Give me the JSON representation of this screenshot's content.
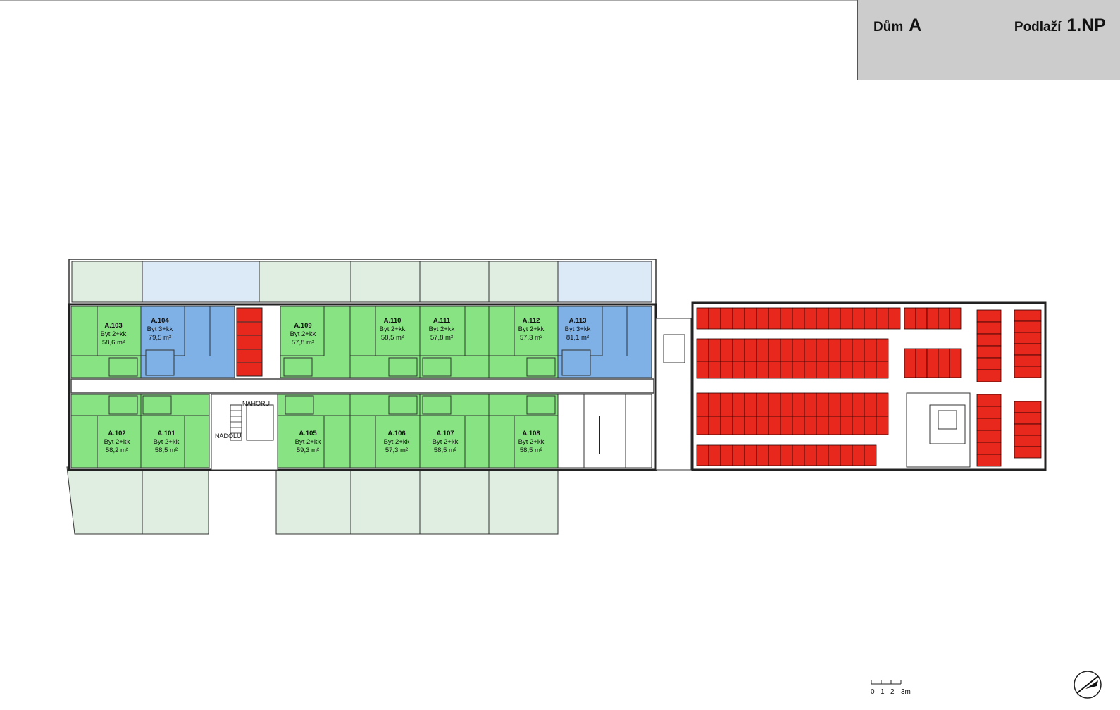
{
  "title_block": {
    "house_label": "Dům",
    "house_value": "A",
    "floor_label": "Podlaží",
    "floor_value": "1.NP"
  },
  "colors": {
    "unit_2kk": "#88e383",
    "unit_3kk": "#7fb0e6",
    "parking": "#e8281d",
    "terrace": "#dfeee0",
    "terrace_3kk": "#dce9f6",
    "title_bg": "#cccccc"
  },
  "units": [
    {
      "code": "A.103",
      "type": "Byt 2+kk",
      "area": "58,6 m²"
    },
    {
      "code": "A.104",
      "type": "Byt 3+kk",
      "area": "79,5 m²"
    },
    {
      "code": "A.109",
      "type": "Byt 2+kk",
      "area": "57,8 m²"
    },
    {
      "code": "A.110",
      "type": "Byt 2+kk",
      "area": "58,5 m²"
    },
    {
      "code": "A.111",
      "type": "Byt 2+kk",
      "area": "57,8 m²"
    },
    {
      "code": "A.112",
      "type": "Byt 2+kk",
      "area": "57,3 m²"
    },
    {
      "code": "A.113",
      "type": "Byt 3+kk",
      "area": "81,1 m²"
    },
    {
      "code": "A.102",
      "type": "Byt 2+kk",
      "area": "58,2 m²"
    },
    {
      "code": "A.101",
      "type": "Byt 2+kk",
      "area": "58,5 m²"
    },
    {
      "code": "A.105",
      "type": "Byt 2+kk",
      "area": "59,3 m²"
    },
    {
      "code": "A.106",
      "type": "Byt 2+kk",
      "area": "57,3 m²"
    },
    {
      "code": "A.107",
      "type": "Byt 2+kk",
      "area": "58,5 m²"
    },
    {
      "code": "A.108",
      "type": "Byt 2+kk",
      "area": "58,5 m²"
    }
  ],
  "stair_labels": {
    "up": "NAHORU",
    "down": "NADOLU"
  },
  "scale": {
    "ticks": [
      "0",
      "1",
      "2",
      "3m"
    ]
  },
  "north_arrow_icon": "north-arrow-icon"
}
